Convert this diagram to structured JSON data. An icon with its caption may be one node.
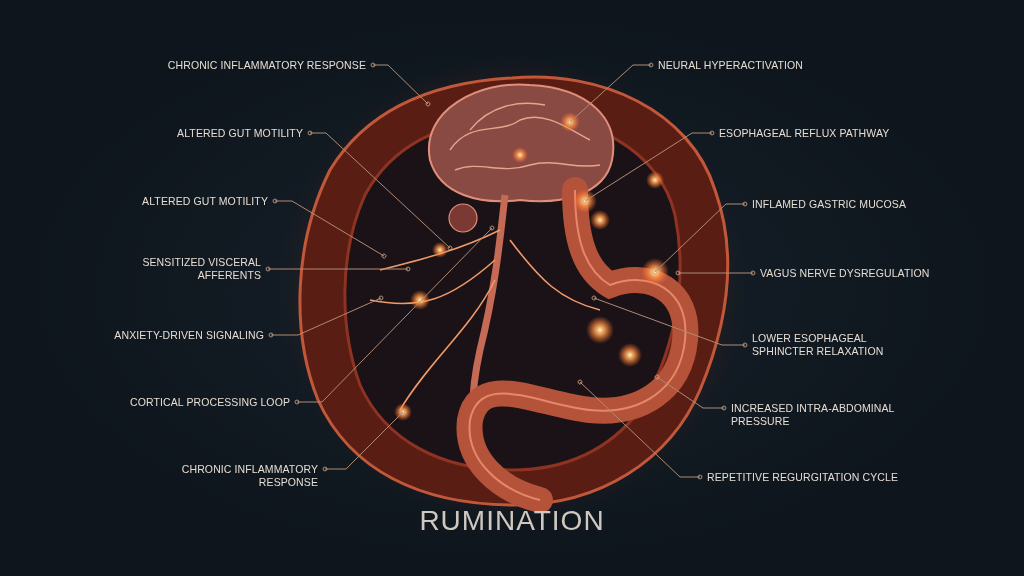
{
  "diagram": {
    "title": "RUMINATION",
    "nodes": [
      {
        "text": [
          "CHRONIC INFLAMMATORY RESPONSE"
        ]
      },
      {
        "text": [
          "ALTERED GUT MOTILITY"
        ]
      },
      {
        "text": [
          "ALTERED GUT MOTILITY"
        ]
      },
      {
        "text": [
          "SENSITIZED VISCERAL AFFERENTS"
        ]
      },
      {
        "text": [
          "ANXIETY-DRIVEN SIGNALING"
        ]
      },
      {
        "text": [
          "CORTICAL PROCESSING LOOP"
        ]
      },
      {
        "text": [
          "CHRONIC INFLAMMATORY RESPONSE"
        ]
      },
      {
        "text": [
          "NEURAL HYPERACTIVATION"
        ]
      },
      {
        "text": [
          "ESOPHAGEAL REFLUX PATHWAY"
        ]
      },
      {
        "text": [
          "INFLAMED GASTRIC MUCOSA"
        ]
      },
      {
        "text": [
          "VAGUS NERVE DYSREGULATION"
        ]
      },
      {
        "text": [
          "LOWER ESOPHAGEAL SPHINCTER RELAXATION"
        ]
      },
      {
        "text": [
          "INCREASED INTRA-ABDOMINAL PRESSURE"
        ]
      },
      {
        "text": [
          "REPETITIVE REGURGITATION CYCLE"
        ]
      }
    ],
    "edges": [
      {
        "from": 0,
        "to": null,
        "arrow": "other"
      },
      {
        "from": 1,
        "to": null,
        "arrow": "other"
      },
      {
        "from": 2,
        "to": null,
        "arrow": "other"
      },
      {
        "from": 3,
        "to": null,
        "arrow": "other"
      },
      {
        "from": 4,
        "to": null,
        "arrow": "other"
      },
      {
        "from": 5,
        "to": null,
        "arrow": "other"
      },
      {
        "from": 6,
        "to": null,
        "arrow": "other"
      },
      {
        "from": 7,
        "to": null,
        "arrow": "other"
      },
      {
        "from": 8,
        "to": null,
        "arrow": "other"
      },
      {
        "from": 9,
        "to": null,
        "arrow": "other"
      },
      {
        "from": 10,
        "to": null,
        "arrow": "other"
      },
      {
        "from": 11,
        "to": null,
        "arrow": "other"
      },
      {
        "from": 12,
        "to": null,
        "arrow": "other"
      },
      {
        "from": 13,
        "to": null,
        "arrow": "other"
      }
    ]
  }
}
